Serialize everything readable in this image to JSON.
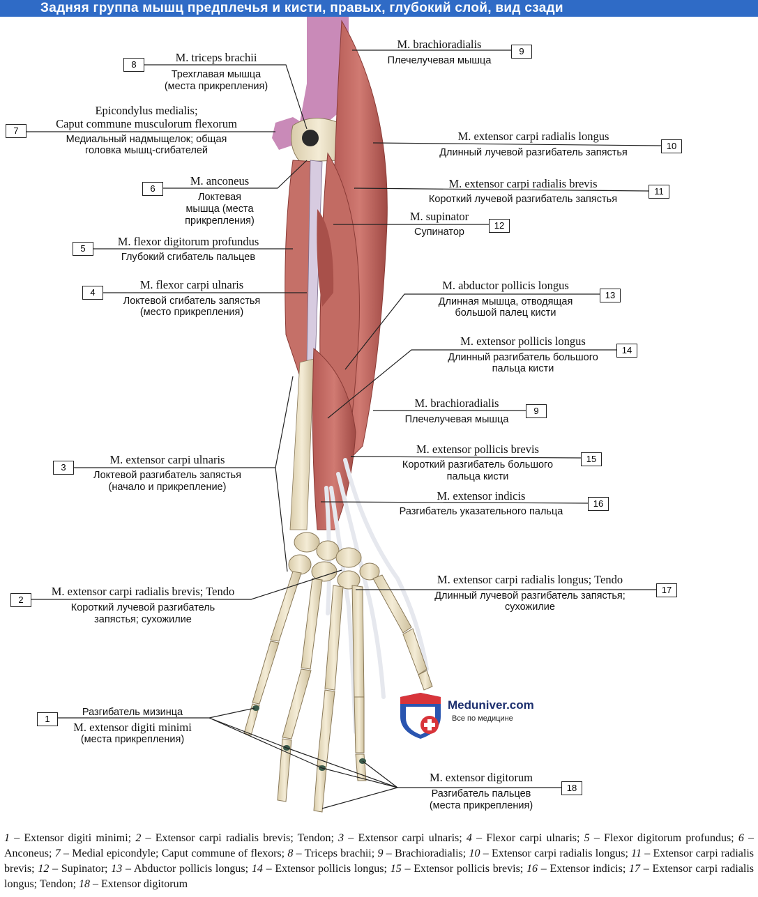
{
  "title": "Задняя группа мышц предплечья и кисти, правых, глубокий слой, вид сзади",
  "labels": [
    {
      "num": "8",
      "latin": "M. triceps brachii",
      "russian": [
        "Трехглавая мышца",
        "(места прикрепления)"
      ]
    },
    {
      "num": "9",
      "latin": "M. brachioradialis",
      "russian": [
        "Плечелучевая мышца"
      ]
    },
    {
      "num": "7",
      "latin_lines": [
        "Epicondylus medialis;",
        "Caput commune musculorum flexorum"
      ],
      "russian": [
        "Медиальный надмыщелок; общая",
        "головка мышц-сгибателей"
      ]
    },
    {
      "num": "10",
      "latin": "M. extensor carpi radialis longus",
      "russian": [
        "Длинный лучевой разгибатель запястья"
      ]
    },
    {
      "num": "6",
      "latin": "M. anconeus",
      "russian": [
        "Локтевая",
        "мышца (места",
        "прикрепления)"
      ]
    },
    {
      "num": "11",
      "latin": "M. extensor carpi radialis brevis",
      "russian": [
        "Короткий лучевой разгибатель запястья"
      ]
    },
    {
      "num": "12",
      "latin": "M. supinator",
      "russian": [
        "Супинатор"
      ]
    },
    {
      "num": "5",
      "latin": "M. flexor digitorum profundus",
      "russian": [
        "Глубокий сгибатель пальцев"
      ]
    },
    {
      "num": "13",
      "latin": "M. abductor pollicis longus",
      "russian": [
        "Длинная мышца, отводящая",
        "большой палец кисти"
      ]
    },
    {
      "num": "4",
      "latin": "M. flexor carpi ulnaris",
      "russian": [
        "Локтевой сгибатель запястья",
        "(место прикрепления)"
      ]
    },
    {
      "num": "14",
      "latin": "M. extensor pollicis longus",
      "russian": [
        "Длинный разгибатель большого",
        "пальца кисти"
      ]
    },
    {
      "num": "9",
      "latin": "M. brachioradialis",
      "russian": [
        "Плечелучевая мышца"
      ]
    },
    {
      "num": "15",
      "latin": "M. extensor pollicis brevis",
      "russian": [
        "Короткий разгибатель большого",
        "пальца кисти"
      ]
    },
    {
      "num": "3",
      "latin": "M. extensor carpi ulnaris",
      "russian": [
        "Локтевой разгибатель запястья",
        "(начало и прикрепление)"
      ]
    },
    {
      "num": "16",
      "latin": "M. extensor indicis",
      "russian": [
        "Разгибатель указательного пальца"
      ]
    },
    {
      "num": "17",
      "latin": "M. extensor carpi radialis longus; Tendo",
      "russian": [
        "Длинный лучевой разгибатель запястья;",
        "сухожилие"
      ]
    },
    {
      "num": "2",
      "latin": "M. extensor carpi radialis brevis; Tendo",
      "russian": [
        "Короткий лучевой разгибатель",
        "запястья; сухожилие"
      ]
    },
    {
      "num": "1",
      "latin": "M. extensor digiti minimi",
      "russian_top": "Разгибатель мизинца",
      "russian": [
        "(места прикрепления)"
      ]
    },
    {
      "num": "18",
      "latin": "M. extensor digitorum",
      "russian": [
        "Разгибатель пальцев",
        "(места прикрепления)"
      ]
    }
  ],
  "logo": {
    "name": "Meduniver.com",
    "tagline": "Все по медицине"
  },
  "caption": [
    {
      "n": "1",
      "t": " – Extensor digiti minimi; "
    },
    {
      "n": "2",
      "t": " – Extensor carpi radialis brevis; Tendon; "
    },
    {
      "n": "3",
      "t": " – Extensor carpi ulnaris; "
    },
    {
      "n": "4",
      "t": " – Flexor carpi ulnaris; "
    },
    {
      "n": "5",
      "t": " – Flexor digitorum profundus; "
    },
    {
      "n": "6",
      "t": " – Anconeus; "
    },
    {
      "n": "7",
      "t": " – Medial epicondyle; Caput commune of flexors; "
    },
    {
      "n": "8",
      "t": " – Triceps brachii; "
    },
    {
      "n": "9",
      "t": " – Brachioradialis; "
    },
    {
      "n": "10",
      "t": " – Extensor carpi radialis longus; "
    },
    {
      "n": "11",
      "t": " – Extensor carpi radialis brevis; "
    },
    {
      "n": "12",
      "t": " – Supinator; "
    },
    {
      "n": "13",
      "t": " – Abductor pollicis longus; "
    },
    {
      "n": "14",
      "t": " – Extensor pollicis longus; "
    },
    {
      "n": "15",
      "t": " – Extensor pollicis brevis; "
    },
    {
      "n": "16",
      "t": " – Extensor indicis; "
    },
    {
      "n": "17",
      "t": " – Extensor carpi radialis longus; Tendon; "
    },
    {
      "n": "18",
      "t": " – Extensor digitorum"
    }
  ],
  "colors": {
    "title_bg": "#2f6bc6",
    "muscle": "#c0635d",
    "muscle_dark": "#9e4640",
    "bone": "#ece3c8",
    "tendon": "#dfe3ea",
    "insertion": "#c98ab8"
  }
}
